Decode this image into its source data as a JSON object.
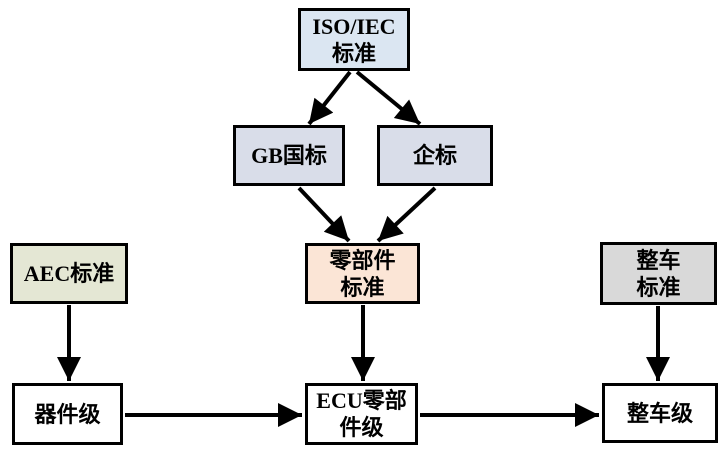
{
  "diagram": {
    "colors": {
      "border": "#000000",
      "arrow": "#000000",
      "background": "#ffffff"
    },
    "nodes": {
      "iso_iec_standard": {
        "text": "ISO/IEC\n标准",
        "fill": "#dbe6f2"
      },
      "gb_standard": {
        "text": "GB国标",
        "fill": "#d9dde9"
      },
      "enterprise_standard": {
        "text": "企标",
        "fill": "#d9dde9"
      },
      "component_standard": {
        "text": "零部件\n标准",
        "fill": "#fbe5d6"
      },
      "aec_standard": {
        "text": "AEC标准",
        "fill": "#e4e7d4"
      },
      "vehicle_standard": {
        "text": "整车\n标准",
        "fill": "#d9d9d9"
      },
      "device_level": {
        "text": "器件级",
        "fill": "#ffffff"
      },
      "ecu_component_level": {
        "text": "ECU零部\n件级",
        "fill": "#ffffff"
      },
      "vehicle_level": {
        "text": "整车级",
        "fill": "#ffffff"
      }
    },
    "edges": [
      {
        "from": "iso_iec_standard",
        "to": "gb_standard"
      },
      {
        "from": "iso_iec_standard",
        "to": "enterprise_standard"
      },
      {
        "from": "gb_standard",
        "to": "component_standard"
      },
      {
        "from": "enterprise_standard",
        "to": "component_standard"
      },
      {
        "from": "aec_standard",
        "to": "device_level"
      },
      {
        "from": "component_standard",
        "to": "ecu_component_level"
      },
      {
        "from": "vehicle_standard",
        "to": "vehicle_level"
      },
      {
        "from": "device_level",
        "to": "ecu_component_level"
      },
      {
        "from": "ecu_component_level",
        "to": "vehicle_level"
      }
    ]
  }
}
